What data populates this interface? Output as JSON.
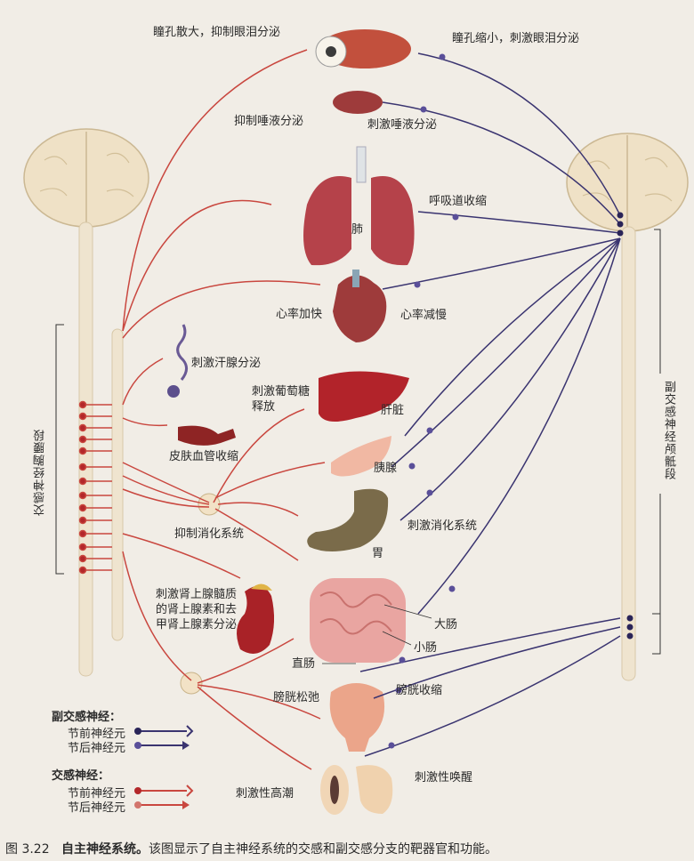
{
  "colors": {
    "sympathetic": "#c9473f",
    "parasympathetic": "#3a3470",
    "spine": "#efe4cf",
    "brain": "#efe1c6"
  },
  "labels": {
    "pupil_dilate": "瞳孔散大，抑制眼泪分泌",
    "pupil_constrict": "瞳孔缩小，刺激眼泪分泌",
    "inhibit_saliva": "抑制唾液分泌",
    "stimulate_saliva": "刺激唾液分泌",
    "airway_constrict": "呼吸道收缩",
    "lung": "肺",
    "hr_up": "心率加快",
    "hr_down": "心率减慢",
    "sweat": "刺激汗腺分泌",
    "glucose": "刺激葡萄糖释放",
    "liver": "肝脏",
    "skin_vessel": "皮肤血管收缩",
    "pancreas": "胰腺",
    "inhibit_digest": "抑制消化系统",
    "stimulate_digest": "刺激消化系统",
    "stomach": "胃",
    "adrenal": "刺激肾上腺髓质的肾上腺素和去甲肾上腺素分泌",
    "large_int": "大肠",
    "small_int": "小肠",
    "rectum": "直肠",
    "bladder_relax": "膀胱松弛",
    "bladder_contract": "膀胱收缩",
    "climax": "刺激性高潮",
    "arousal": "刺激性唤醒",
    "sym_segment": "交感神经胸腰段",
    "para_segment": "副交感神经颅骶段"
  },
  "legend": {
    "para_title": "副交感神经：",
    "para_pre": "节前神经元",
    "para_post": "节后神经元",
    "sym_title": "交感神经：",
    "sym_pre": "节前神经元",
    "sym_post": "节后神经元"
  },
  "caption": {
    "num": "图 3.22",
    "title": "自主神经系统。",
    "text": "该图显示了自主神经系统的交感和副交感分支的靶器官和功能。"
  }
}
